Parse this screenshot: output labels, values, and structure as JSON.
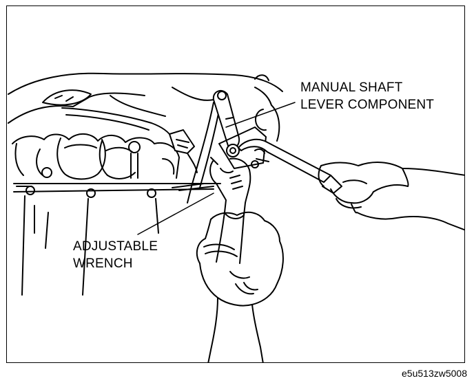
{
  "callouts": {
    "manual_shaft": {
      "line1": "MANUAL SHAFT",
      "line2": "LEVER COMPONENT"
    },
    "adjustable_wrench": {
      "line1": "ADJUSTABLE",
      "line2": "WRENCH"
    }
  },
  "figure_code": "e5u513zw5008",
  "colors": {
    "ink": "#000000",
    "paper": "#ffffff"
  }
}
